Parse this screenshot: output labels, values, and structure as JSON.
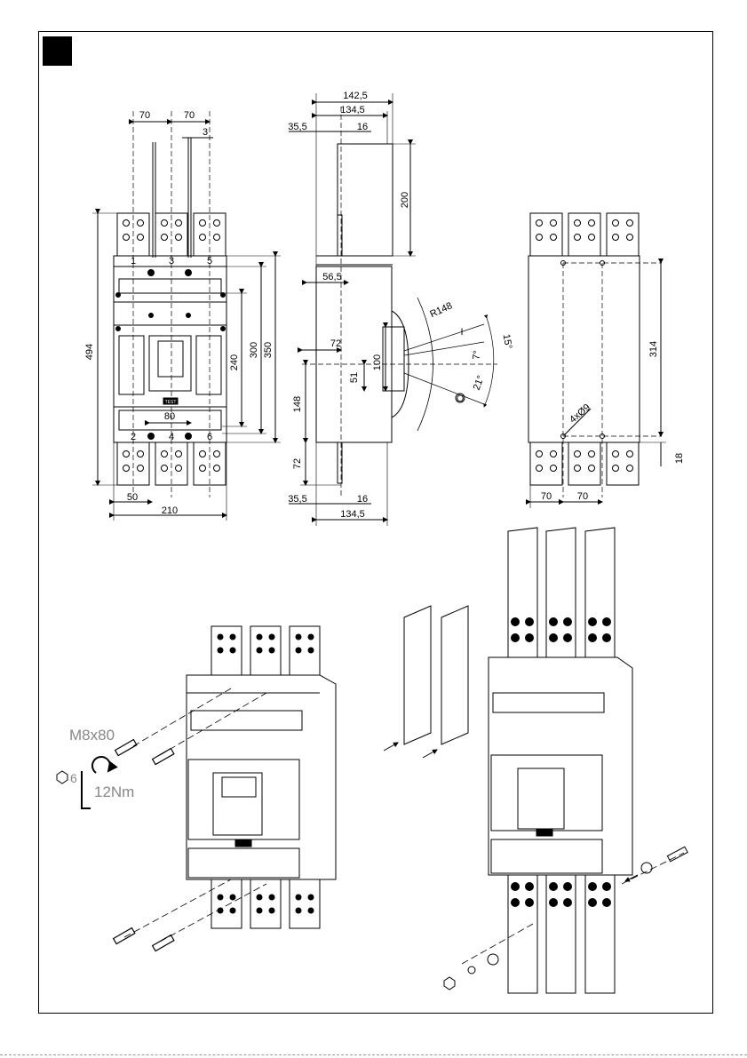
{
  "figure": {
    "front_view": {
      "dims": {
        "top_pitch_left": "70",
        "top_pitch_right": "70",
        "bar_thickness": "3",
        "overall_height": "494",
        "fixing_height": "350",
        "body_height": "300",
        "handle_zone": "240",
        "handle_width": "80",
        "bottom_pitch": "50",
        "overall_width": "210"
      },
      "terminals_top": [
        "1",
        "3",
        "5"
      ],
      "terminals_bottom": [
        "2",
        "4",
        "6"
      ],
      "test_label": "TEST"
    },
    "side_view": {
      "dims": {
        "depth_total": "142,5",
        "depth_body": "134,5",
        "front_offset": "35,5",
        "bar_offset": "16",
        "top_bar_length": "200",
        "terminal_depth": "56,5",
        "handle_offset": "72",
        "handle_travel": "100",
        "handle_center": "51",
        "lower_height": "148",
        "bottom_bar_length": "72",
        "bottom_front_offset": "35,5",
        "bottom_bar_offset": "16",
        "bottom_depth": "134,5",
        "radius": "R148",
        "angle_on": "15°",
        "angle_mid": "7°",
        "angle_off": "21°",
        "symbol_on": "I",
        "symbol_off": "O"
      }
    },
    "rear_view": {
      "dims": {
        "hole_height": "314",
        "hole_spec": "4xØ9",
        "bottom_offset": "18",
        "pitch_left": "70",
        "pitch_right": "70"
      }
    },
    "mounting": {
      "screw_label": "M8x80",
      "hex_label": "6",
      "torque_label": "12Nm"
    }
  }
}
